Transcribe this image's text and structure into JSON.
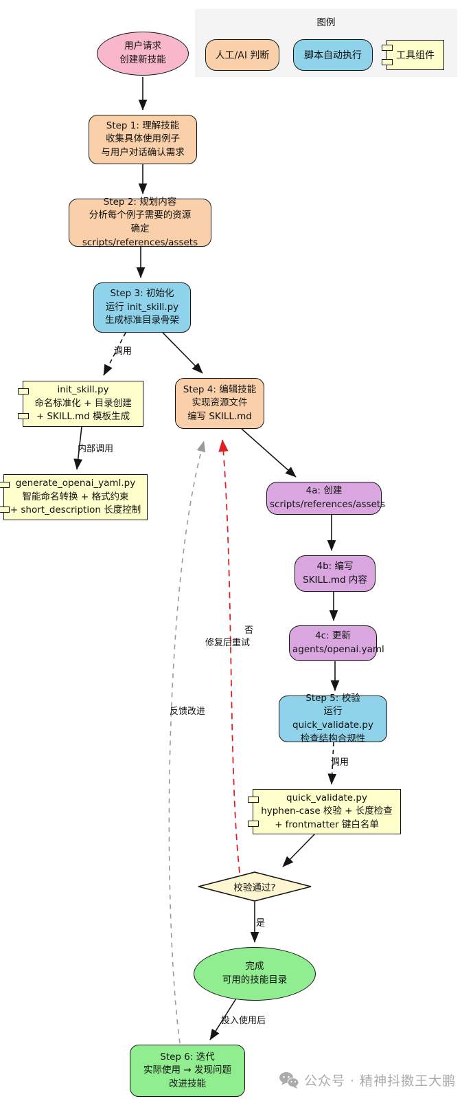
{
  "legend": {
    "title": "图例",
    "items": [
      {
        "label": "人工/AI 判断",
        "color": "#f9d0a9",
        "shape": "rounded"
      },
      {
        "label": "脚本自动执行",
        "color": "#8ed3ea",
        "shape": "rounded"
      },
      {
        "label": "工具组件",
        "color": "#ffffcc",
        "shape": "component"
      }
    ]
  },
  "nodes": {
    "start": {
      "lines": [
        "用户请求",
        "创建新技能"
      ]
    },
    "step1": {
      "lines": [
        "Step 1: 理解技能",
        "收集具体使用例子",
        "与用户对话确认需求"
      ]
    },
    "step2": {
      "lines": [
        "Step 2: 规划内容",
        "分析每个例子需要的资源",
        "确定 scripts/references/assets"
      ]
    },
    "step3": {
      "lines": [
        "Step 3: 初始化",
        "运行 init_skill.py",
        "生成标准目录骨架"
      ]
    },
    "init_skill": {
      "lines": [
        "init_skill.py",
        "命名标准化 + 目录创建",
        "+ SKILL.md 模板生成"
      ]
    },
    "generate_yaml": {
      "lines": [
        "generate_openai_yaml.py",
        "智能命名转换 + 格式约束",
        "+ short_description 长度控制"
      ]
    },
    "step4": {
      "lines": [
        "Step 4: 编辑技能",
        "实现资源文件",
        "编写 SKILL.md"
      ]
    },
    "step4a": {
      "lines": [
        "4a: 创建",
        "scripts/references/assets"
      ]
    },
    "step4b": {
      "lines": [
        "4b: 编写",
        "SKILL.md 内容"
      ]
    },
    "step4c": {
      "lines": [
        "4c: 更新",
        "agents/openai.yaml"
      ]
    },
    "step5": {
      "lines": [
        "Step 5: 校验",
        "运行 quick_validate.py",
        "检查结构合规性"
      ]
    },
    "quick_validate": {
      "lines": [
        "quick_validate.py",
        "hyphen-case 校验 + 长度检查",
        "+ frontmatter 键白名单"
      ]
    },
    "decision": {
      "lines": [
        "校验通过?"
      ]
    },
    "done": {
      "lines": [
        "完成",
        "可用的技能目录"
      ]
    },
    "step6": {
      "lines": [
        "Step 6: 迭代",
        "实际使用 → 发现问题",
        "改进技能"
      ]
    }
  },
  "edge_labels": {
    "call_init": "调用",
    "internal_call": "内部调用",
    "call_validate": "调用",
    "no": "否",
    "retry": "修复后重试",
    "yes": "是",
    "after_use": "投入使用后",
    "feedback": "反馈改进"
  },
  "watermark": {
    "account_label": "公众号 · 精神抖擞王大鹏"
  },
  "colors": {
    "manual_ai": "#f9d0a9",
    "script_auto": "#8ed3ea",
    "tool_component": "#ffffcc",
    "decision_fill": "#fdf6d0",
    "start_pink": "#f8b7cb",
    "done_green": "#90ee90",
    "substep_purple": "#d9a6e0",
    "retry_red": "#e02020",
    "feedback_gray": "#9a9a9a"
  }
}
